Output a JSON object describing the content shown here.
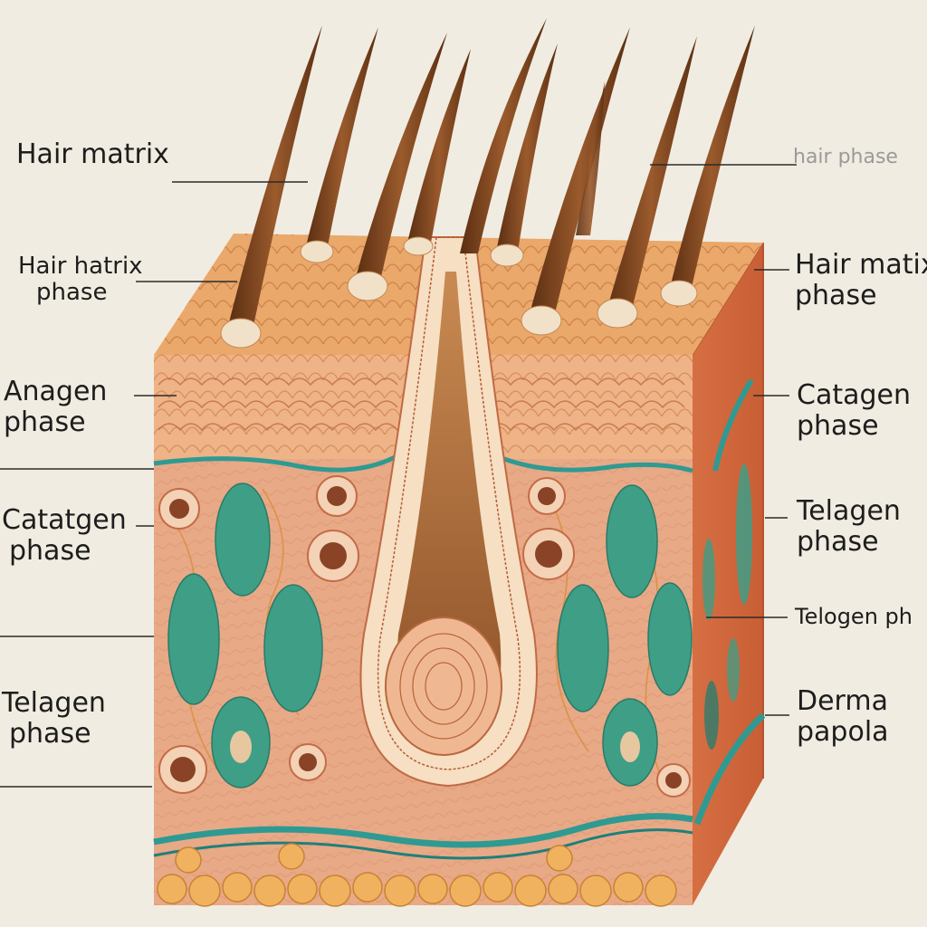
{
  "labels": {
    "hair_matrix_top": "Hair matrix",
    "hair_phase_faint": "hair phase",
    "hair_hatrix_phase": {
      "line1": "Hair hatrix",
      "line2": "phase"
    },
    "hair_matix_phase_right": {
      "line1": "Hair matix",
      "line2": "phase"
    },
    "anagen_phase": {
      "line1": "Anagen",
      "line2": "phase"
    },
    "catagen_phase_right": {
      "line1": "Catagen",
      "line2": "phase"
    },
    "catatgen_phase_left": {
      "line1": "Catatgen",
      "line2": "phase"
    },
    "telagen_phase_right": {
      "line1": "Telagen",
      "line2": "phase"
    },
    "telogen_ph_right": "Telogen ph",
    "telagen_phase_left": {
      "line1": "Telagen",
      "line2": "phase"
    },
    "derma_papola": {
      "line1": "Derma",
      "line2": "papola"
    }
  },
  "colors": {
    "background": "#f1ece1",
    "skin_top": "#e9a86a",
    "dermis": "#e8a987",
    "side_face": "#d9794e",
    "hair_shaft": "#7a4320",
    "gland_teal": "#3f9e86",
    "membrane_teal": "#2f9a92",
    "fat_cells": "#f0b25e"
  }
}
